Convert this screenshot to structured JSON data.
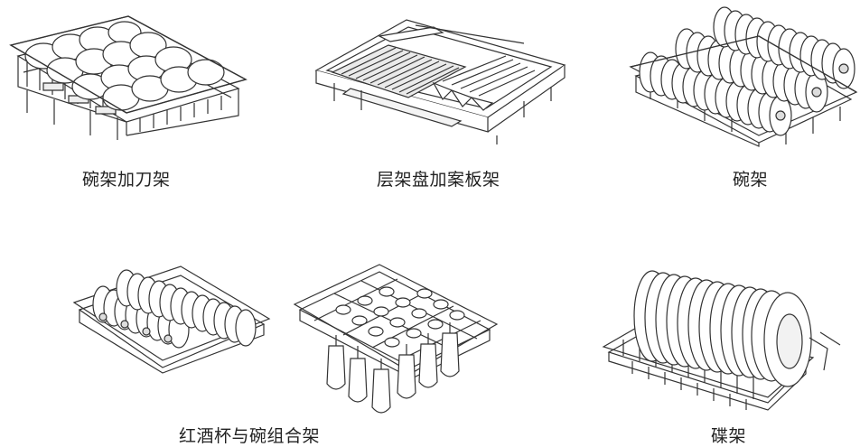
{
  "captions": {
    "bowl_knife_rack": "碗架加刀架",
    "tray_cutting_board_rack": "层架盘加案板架",
    "bowl_rack": "碗架",
    "wine_bowl_combo_rack": "红酒杯与碗组合架",
    "plate_rack": "碟架"
  },
  "colors": {
    "line": "#333333",
    "fill": "#ffffff",
    "shade": "#e6e6e6"
  }
}
